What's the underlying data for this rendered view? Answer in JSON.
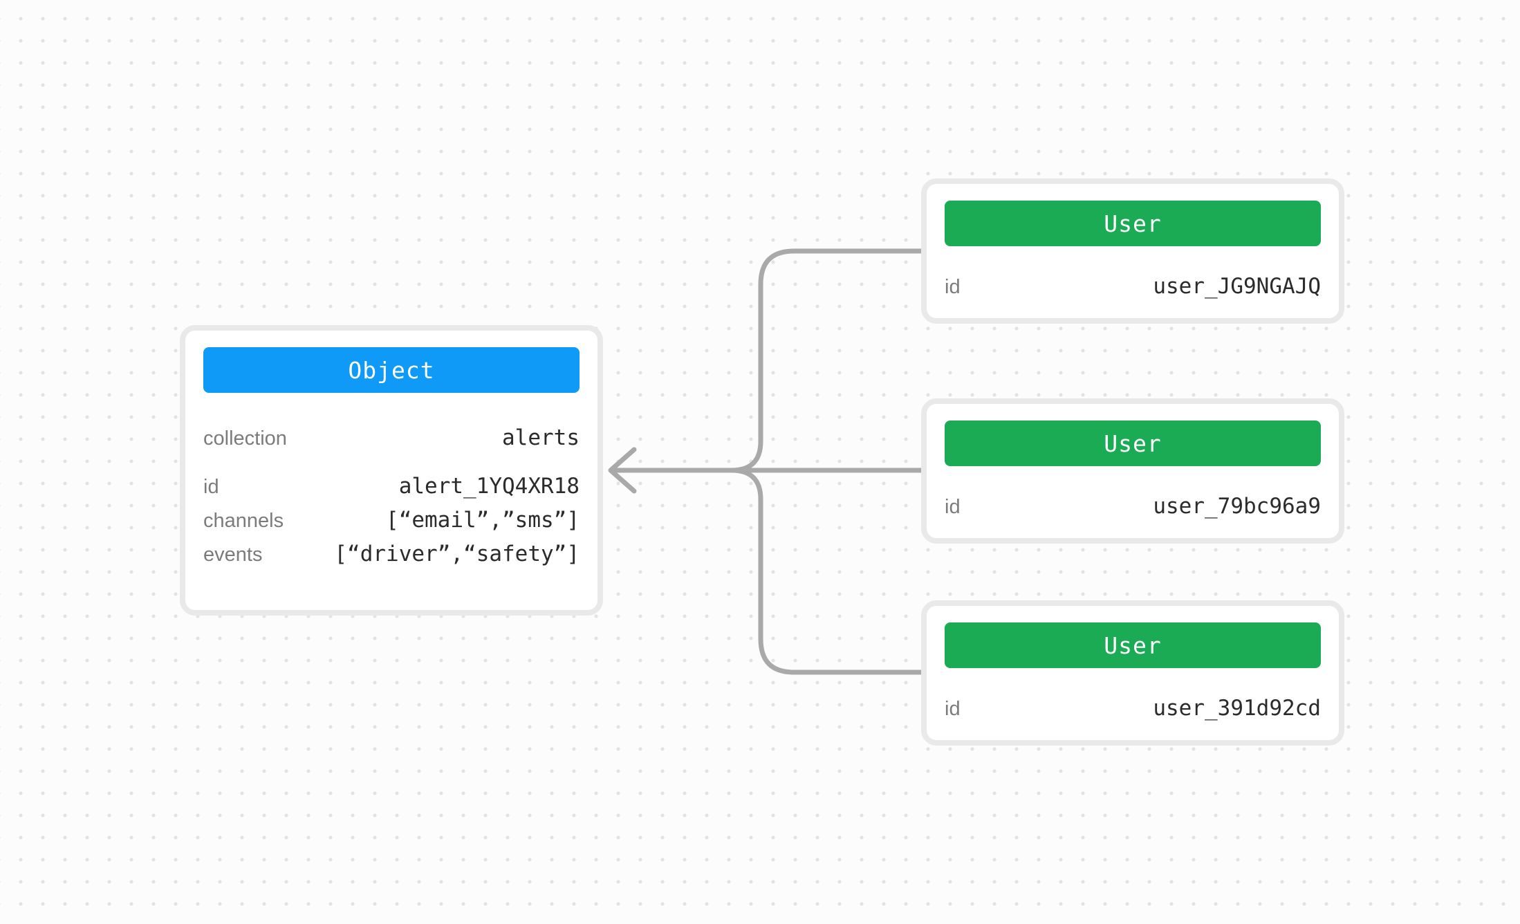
{
  "diagram": {
    "background_color": "#fcfcfc",
    "dot_color": "#e3e3e3",
    "connector_color": "#a9a9a9",
    "card_border_color": "#e9e9e9",
    "object_card": {
      "title": "Object",
      "header_color": "#0f9af7",
      "fields": [
        {
          "label": "collection",
          "value": "alerts"
        },
        {
          "label": "id",
          "value": "alert_1YQ4XR18"
        },
        {
          "label": "channels",
          "value": "[“email”,”sms”]"
        },
        {
          "label": "events",
          "value": "[“driver”,“safety”]"
        }
      ]
    },
    "user_cards": [
      {
        "title": "User",
        "header_color": "#1aab54",
        "fields": [
          {
            "label": "id",
            "value": "user_JG9NGAJQ"
          }
        ]
      },
      {
        "title": "User",
        "header_color": "#1aab54",
        "fields": [
          {
            "label": "id",
            "value": "user_79bc96a9"
          }
        ]
      },
      {
        "title": "User",
        "header_color": "#1aab54",
        "fields": [
          {
            "label": "id",
            "value": "user_391d92cd"
          }
        ]
      }
    ]
  }
}
